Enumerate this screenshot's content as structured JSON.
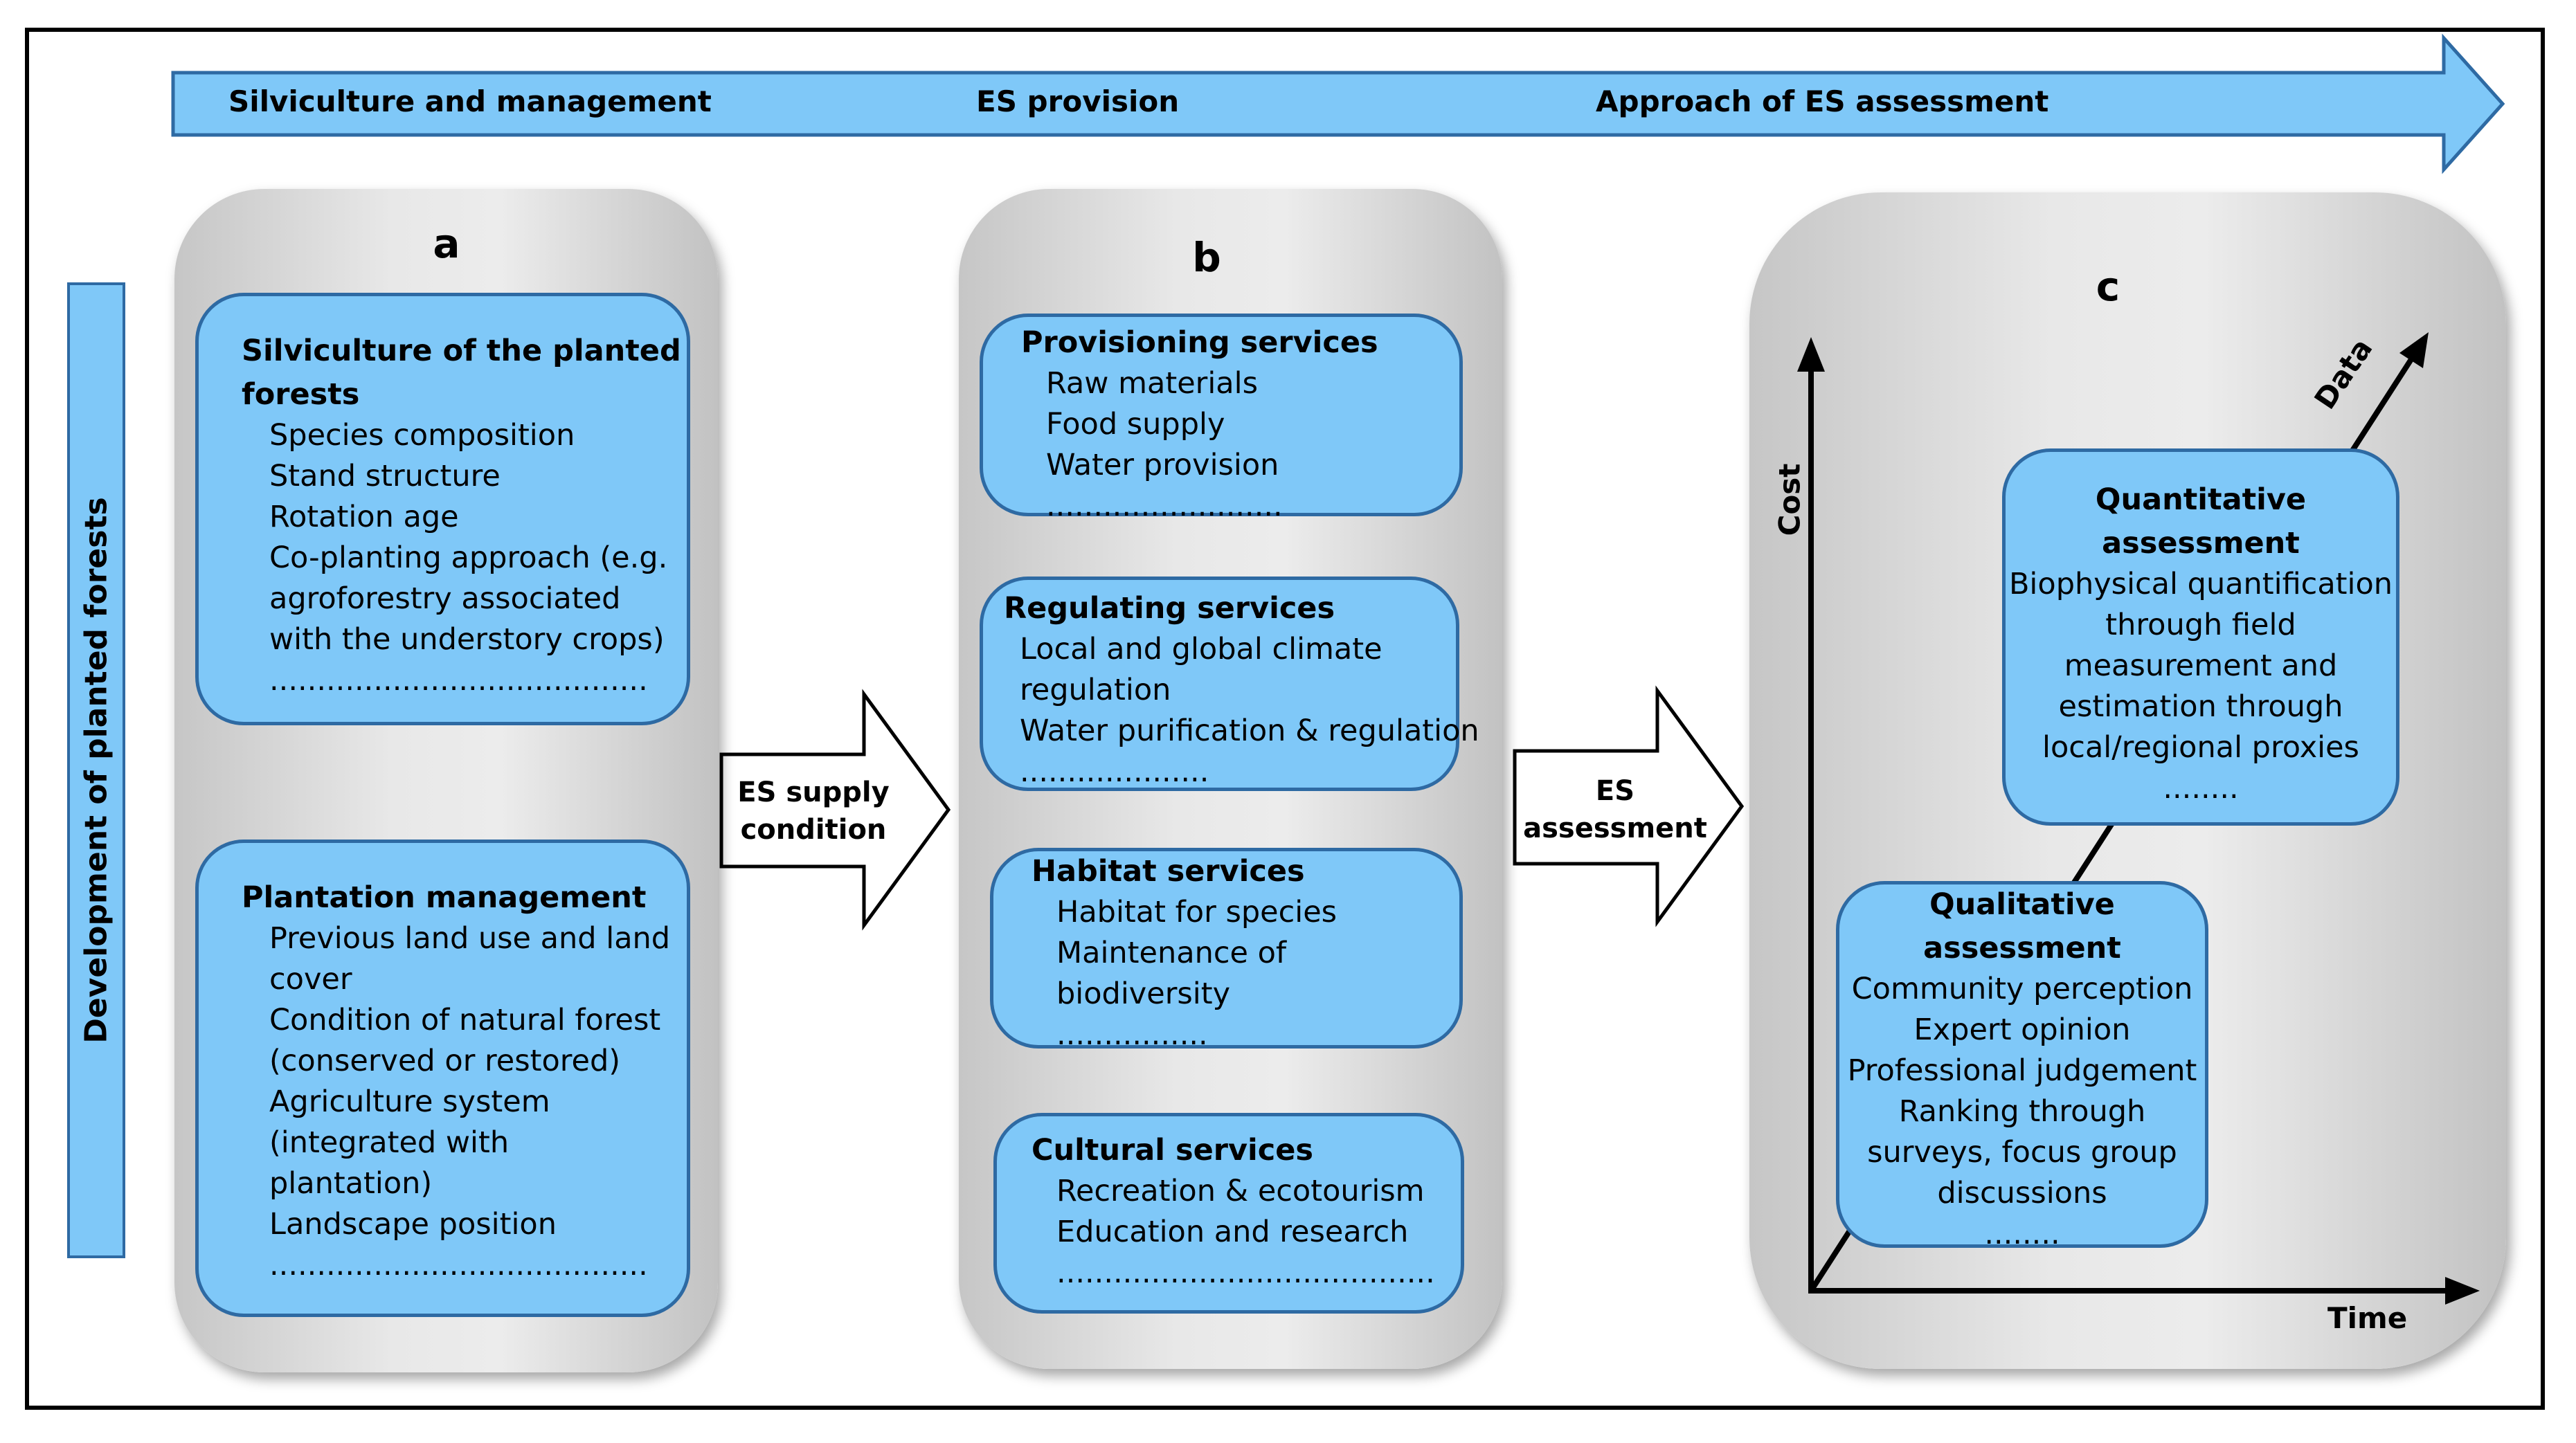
{
  "top_arrow": {
    "labels": [
      "Silviculture and management",
      "ES provision",
      "Approach of ES assessment"
    ]
  },
  "side_bar": {
    "label": "Development of planted forests"
  },
  "panel_a": {
    "letter": "a",
    "silviculture": {
      "title_lines": [
        "Silviculture of the planted",
        "forests"
      ],
      "items": [
        "Species composition",
        "Stand structure",
        "Rotation age",
        "Co-planting approach (e.g.",
        "agroforestry associated",
        "with the understory crops)",
        "........................................"
      ]
    },
    "plantation": {
      "title": "Plantation management",
      "items": [
        "Previous land use and land",
        "cover",
        "Condition of natural forest",
        "(conserved or restored)",
        "Agriculture system",
        "(integrated with",
        "plantation)",
        "Landscape position",
        "........................................"
      ]
    }
  },
  "arrow_ab": {
    "lines": [
      "ES supply",
      "condition"
    ]
  },
  "panel_b": {
    "letter": "b",
    "provisioning": {
      "title": "Provisioning services",
      "items": [
        "Raw materials",
        "Food supply",
        "Water provision",
        "........................."
      ]
    },
    "regulating": {
      "title": "Regulating services",
      "items": [
        "Local and global climate",
        "regulation",
        "Water purification & regulation",
        "...................."
      ]
    },
    "habitat": {
      "title": "Habitat services",
      "items": [
        "Habitat for species",
        "Maintenance of",
        "biodiversity",
        "................"
      ]
    },
    "cultural": {
      "title": "Cultural services",
      "items": [
        "Recreation & ecotourism",
        "Education and research",
        "........................................"
      ]
    }
  },
  "arrow_bc": {
    "lines": [
      "ES",
      "assessment"
    ]
  },
  "panel_c": {
    "letter": "c",
    "axis_y": "Cost",
    "axis_x": "Time",
    "axis_diag": "Data",
    "quantitative": {
      "title_lines": [
        "Quantitative",
        "assessment"
      ],
      "items": [
        "Biophysical quantification",
        "through field",
        "measurement and",
        "estimation through",
        "local/regional proxies",
        "........"
      ]
    },
    "qualitative": {
      "title_lines": [
        "Qualitative",
        "assessment"
      ],
      "items": [
        "Community perception",
        "Expert opinion",
        "Professional judgement",
        "Ranking through",
        "surveys, focus group",
        "discussions",
        "........"
      ]
    }
  },
  "colors": {
    "box_fill": "#7fc8f8",
    "box_border": "#2e6aa3",
    "panel_gray": "#e6e6e6"
  }
}
